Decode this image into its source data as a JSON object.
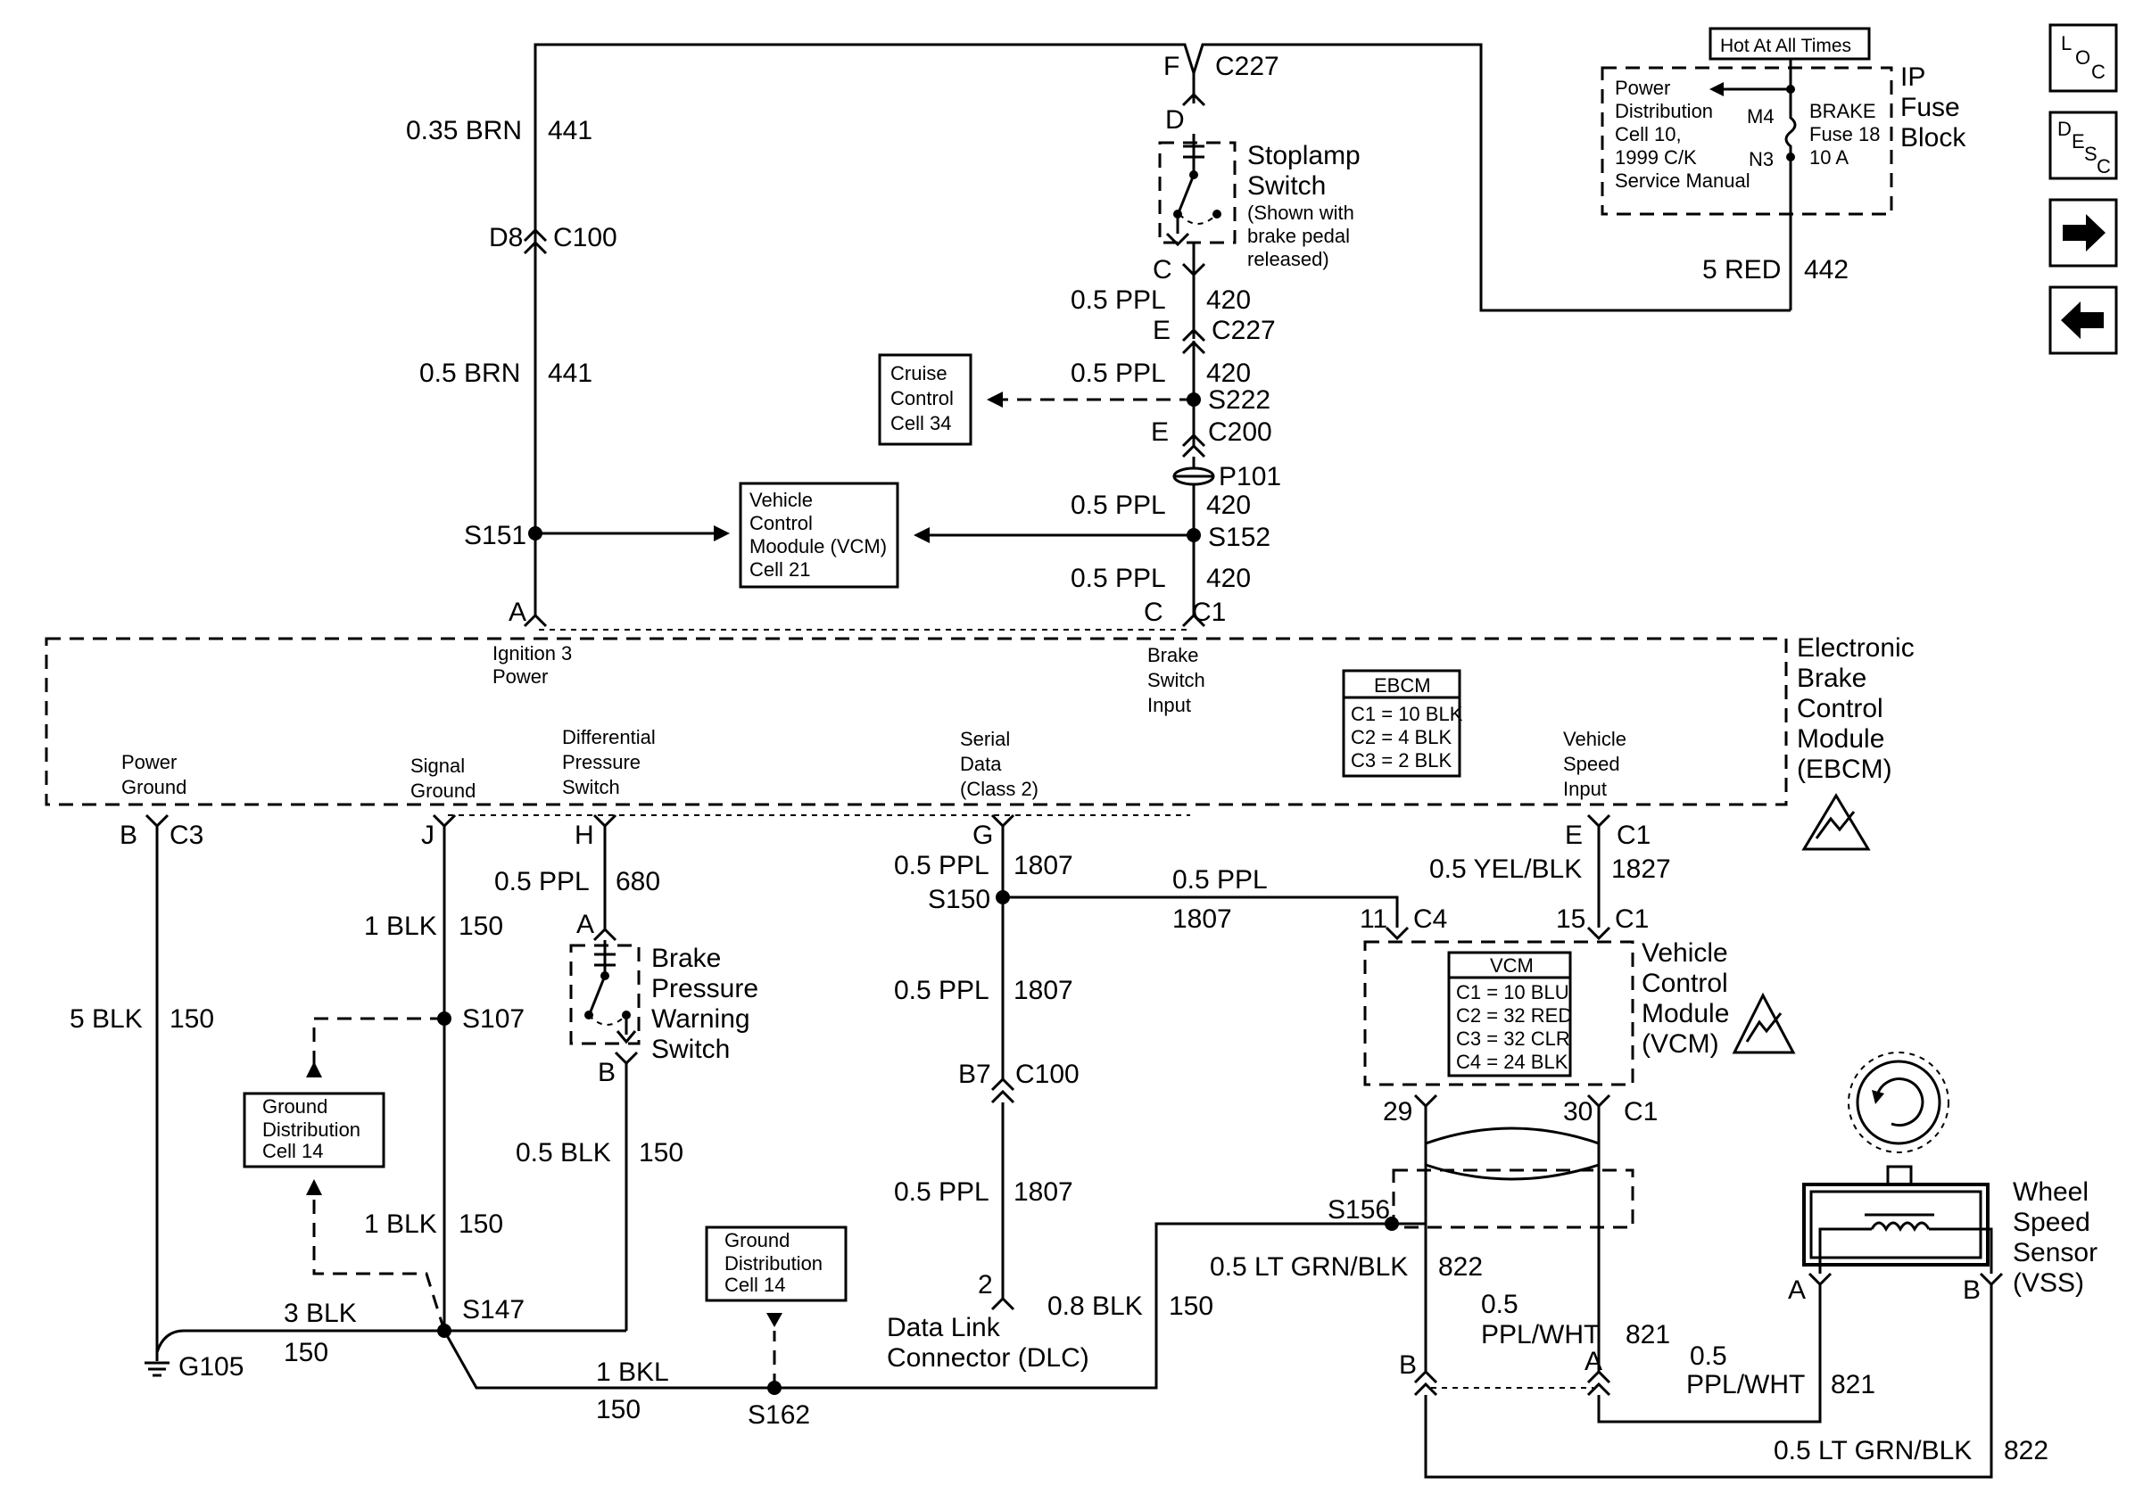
{
  "fuse_block": {
    "hot_label": "Hot At All Times",
    "ref_lines": [
      "Power",
      "Distribution",
      "Cell 10,",
      "1999 C/K",
      "Service Manual"
    ],
    "pin_m4": "M4",
    "pin_n3": "N3",
    "fuse_lines": [
      "BRAKE",
      "Fuse 18",
      "10 A"
    ],
    "title_lines": [
      "IP",
      "Fuse",
      "Block"
    ],
    "wire_gauge": "5 RED",
    "wire_circuit": "442"
  },
  "connectors": {
    "c227_pin_f": "F",
    "c227_name": "C227",
    "c227_pin_d": "D",
    "c227b_pin_c": "C",
    "c227b_pin_e": "E",
    "c227b_name": "C227",
    "c100_pin": "D8",
    "c100_name": "C100",
    "s222": "S222",
    "c200_pin": "E",
    "c200_name": "C200",
    "p101": "P101",
    "s151": "S151",
    "s152": "S152",
    "c1_pin_a": "A",
    "c1_pin_c": "C",
    "c1_name": "C1"
  },
  "stoplamp": {
    "title_lines": [
      "Stoplamp",
      "Switch"
    ],
    "note_lines": [
      "(Shown with",
      "brake pedal",
      "released)"
    ]
  },
  "wires_top": {
    "w441a_g": "0.35 BRN",
    "w441a_c": "441",
    "w441b_g": "0.5 BRN",
    "w441b_c": "441",
    "w420a_g": "0.5 PPL",
    "w420a_c": "420",
    "w420b_g": "0.5 PPL",
    "w420b_c": "420",
    "w420c_g": "0.5 PPL",
    "w420c_c": "420",
    "w420d_g": "0.5 PPL",
    "w420d_c": "420"
  },
  "refs": {
    "cruise_lines": [
      "Cruise",
      "Control",
      "Cell 34"
    ],
    "vcm_lines": [
      "Vehicle",
      "Control",
      "Moodule (VCM)",
      "Cell 21"
    ],
    "ground_dist_a": [
      "Ground",
      "Distribution",
      "Cell 14"
    ],
    "ground_dist_b": [
      "Ground",
      "Distribution",
      "Cell 14"
    ]
  },
  "ebcm": {
    "title_lines": [
      "Electronic",
      "Brake",
      "Control",
      "Module",
      "(EBCM)"
    ],
    "table_header": "EBCM",
    "table_rows": [
      "C1 = 10 BLK",
      "C2 = 4 BLK",
      "C3 = 2 BLK"
    ],
    "pin_ignition": [
      "Ignition 3",
      "Power"
    ],
    "pin_brake": [
      "Brake",
      "Switch",
      "Input"
    ],
    "pin_power_ground": [
      "Power",
      "Ground"
    ],
    "pin_signal_ground": [
      "Signal",
      "Ground"
    ],
    "pin_diff": [
      "Differential",
      "Pressure",
      "Switch"
    ],
    "pin_serial": [
      "Serial",
      "Data",
      "(Class 2)"
    ],
    "pin_vss": [
      "Vehicle",
      "Speed",
      "Input"
    ]
  },
  "lower_pins": {
    "b": "B",
    "c3": "C3",
    "j": "J",
    "h": "H",
    "g": "G",
    "e": "E",
    "c1": "C1"
  },
  "lower_wires": {
    "blk5_g": "5 BLK",
    "blk5_c": "150",
    "blk1a_g": "1 BLK",
    "blk1a_c": "150",
    "s107": "S107",
    "blk1b_g": "1 BLK",
    "blk1b_c": "150",
    "s147": "S147",
    "blk3_g": "3 BLK",
    "blk3_c": "150",
    "g105": "G105",
    "bkl_g": "1 BKL",
    "bkl_c": "150",
    "s162": "S162",
    "ppl680_g": "0.5 PPL",
    "ppl680_c": "680",
    "pin_a": "A",
    "pin_b": "B",
    "blk05_g": "0.5 BLK",
    "blk05_c": "150",
    "ppl1807a_g": "0.5 PPL",
    "ppl1807a_c": "1807",
    "s150": "S150",
    "ppl1807b_g": "0.5 PPL",
    "ppl1807b_c": "1807",
    "ppl1807c_g": "0.5 PPL",
    "ppl1807c_c": "1807",
    "b7": "B7",
    "c100": "C100",
    "ppl1807d_g": "0.5 PPL",
    "ppl1807d_c": "1807",
    "dlc_pin": "2",
    "dlc_lines": [
      "Data Link",
      "Connector (DLC)"
    ],
    "blk08_g": "0.8 BLK",
    "blk08_c": "150",
    "yel_g": "0.5 YEL/BLK",
    "yel_c": "1827",
    "vcm11": "11",
    "vcm_c4": "C4",
    "vcm15": "15",
    "vcm_c1": "C1",
    "vcm29": "29",
    "vcm30": "30",
    "vcm_c1b": "C1",
    "s156": "S156",
    "grn_g": "0.5 LT GRN/BLK",
    "grn_c": "822",
    "pplwht_g1": "0.5",
    "pplwht_g2": "PPL/WHT",
    "pplwht_c": "821",
    "pplwht2_g1": "0.5",
    "pplwht2_g2": "PPL/WHT",
    "pplwht2_c": "821",
    "grn2_g": "0.5 LT GRN/BLK",
    "grn2_c": "822",
    "conn_b": "B",
    "conn_a": "A",
    "vss_a": "A",
    "vss_b": "B"
  },
  "brake_pressure": {
    "title_lines": [
      "Brake",
      "Pressure",
      "Warning",
      "Switch"
    ]
  },
  "vcm": {
    "title_lines": [
      "Vehicle",
      "Control",
      "Module",
      "(VCM)"
    ],
    "table_header": "VCM",
    "table_rows": [
      "C1 = 10 BLU",
      "C2 = 32 RED",
      "C3 = 32 CLR",
      "C4 = 24 BLK"
    ]
  },
  "vss": {
    "title_lines": [
      "Wheel",
      "Speed",
      "Sensor",
      "(VSS)"
    ]
  },
  "nav": {
    "loc": [
      "L",
      "O",
      "C"
    ],
    "desc": [
      "D",
      "E",
      "S",
      "C"
    ]
  }
}
